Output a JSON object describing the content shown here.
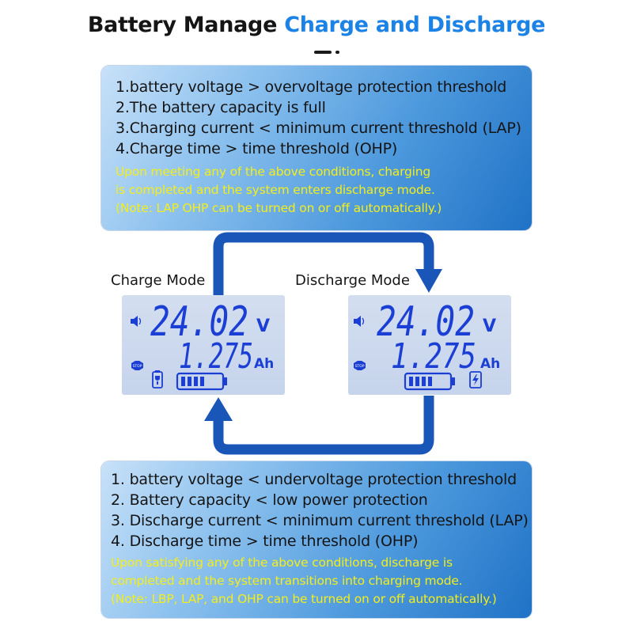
{
  "header": {
    "title_part1": "Battery Manage",
    "title_part2": "Charge and Discharge",
    "title_color_dark": "#151515",
    "title_color_accent": "#1c83e6"
  },
  "charge_conditions": {
    "items": [
      "1.battery voltage > overvoltage protection threshold",
      "2.The battery capacity is full",
      "3.Charging current < minimum current threshold (LAP)",
      "4.Charge time > time threshold (OHP)"
    ],
    "notes": [
      "Upon meeting any of the above conditions, charging",
      "is completed and the system enters discharge mode.",
      "(Note: LAP OHP can be turned on or off automatically.)"
    ]
  },
  "discharge_conditions": {
    "items": [
      "1. battery voltage < undervoltage protection threshold",
      "2. Battery capacity < low power protection",
      "3. Discharge current < minimum current threshold (LAP)",
      "4. Discharge time > time threshold (OHP)"
    ],
    "notes": [
      "Upon satisfying any of the above conditions, discharge is",
      "completed and the system transitions into charging mode.",
      "(Note: LBP, LAP, and OHP can be turned on or off automatically.)"
    ]
  },
  "modes": {
    "charge_label": "Charge Mode",
    "discharge_label": "Discharge Mode"
  },
  "displays": {
    "charge": {
      "voltage": "24.02",
      "voltage_unit": "V",
      "capacity": "1.275",
      "capacity_unit": "Ah",
      "stop_badge": "STOP"
    },
    "discharge": {
      "voltage": "24.02",
      "voltage_unit": "V",
      "capacity": "1.275",
      "capacity_unit": "Ah",
      "stop_badge": "STOP"
    }
  },
  "colors": {
    "lcd_digits": "#1b3fd4",
    "arrow": "#1a55b8",
    "note_text": "#f3ee1a"
  },
  "icons": [
    "speaker-icon",
    "stop-icon",
    "plug-icon",
    "battery-level-icon",
    "lightning-icon",
    "arrow-down-icon",
    "arrow-up-icon"
  ]
}
